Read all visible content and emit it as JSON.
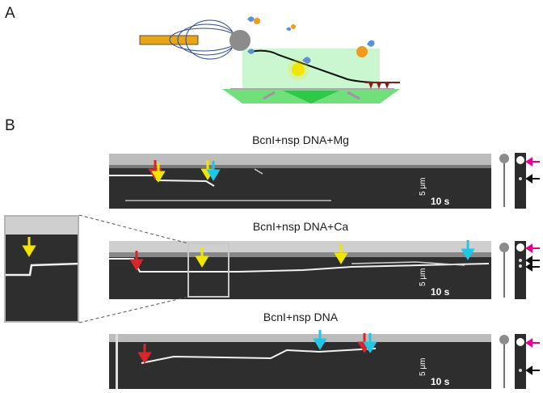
{
  "panel_a": {
    "label": "A"
  },
  "panel_b": {
    "label": "B"
  },
  "kymographs": [
    {
      "title": "BcnI+nsp DNA+Mg",
      "scale_um": "5 μm",
      "scale_s": "10 s"
    },
    {
      "title": "BcnI+nsp DNA+Ca",
      "scale_um": "5 μm",
      "scale_s": "10 s"
    },
    {
      "title": "BcnI+nsp DNA",
      "scale_um": "5 μm",
      "scale_s": "10 s"
    }
  ],
  "colors": {
    "yellow": "#f2e600",
    "red": "#d8262b",
    "cyan": "#1ec8e6",
    "magenta": "#e6008c",
    "black": "#111111",
    "green": "#6fe07a",
    "orange": "#f39a1e",
    "bead": "#8c8c8c"
  }
}
